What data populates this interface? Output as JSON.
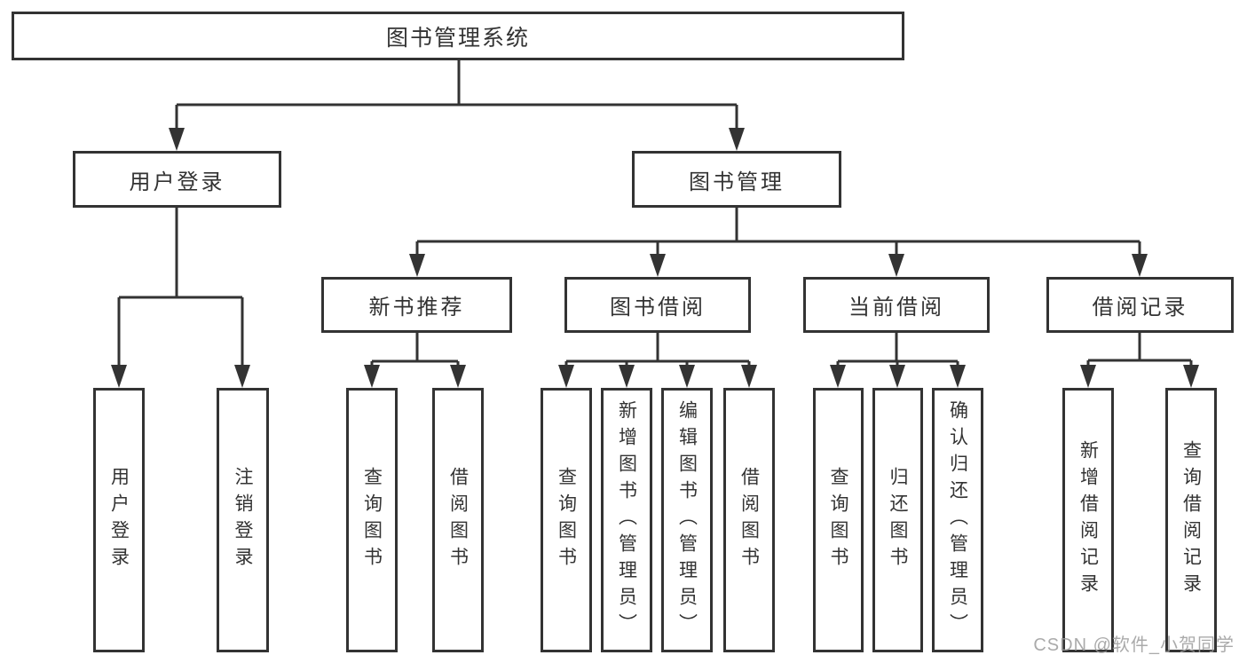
{
  "colors": {
    "line": "#333333",
    "box_border": "#333333",
    "box_background": "#ffffff",
    "watermark": "#9c9c9c"
  },
  "nodes": {
    "root": "图书管理系统",
    "user_login": "用户登录",
    "book_management": "图书管理",
    "new_book_recommend": "新书推荐",
    "book_borrowing": "图书借阅",
    "current_borrowing": "当前借阅",
    "borrowing_records": "借阅记录",
    "user_login_child": "用户登录",
    "logout": "注销登录",
    "nb_query_books": "查询图书",
    "nb_borrow_books": "借阅图书",
    "bb_query_books": "查询图书",
    "bb_add_books": "新增图书（管理员）",
    "bb_edit_books": "编辑图书（管理员）",
    "bb_borrow_books": "借阅图书",
    "cb_query_books": "查询图书",
    "cb_return_books": "归还图书",
    "cb_confirm_return": "确认归还（管理员）",
    "br_add_record": "新增借阅记录",
    "br_query_record": "查询借阅记录"
  },
  "hierarchy": {
    "图书管理系统": {
      "用户登录": [
        "用户登录",
        "注销登录"
      ],
      "图书管理": {
        "新书推荐": [
          "查询图书",
          "借阅图书"
        ],
        "图书借阅": [
          "查询图书",
          "新增图书（管理员）",
          "编辑图书（管理员）",
          "借阅图书"
        ],
        "当前借阅": [
          "查询图书",
          "归还图书",
          "确认归还（管理员）"
        ],
        "借阅记录": [
          "新增借阅记录",
          "查询借阅记录"
        ]
      }
    }
  },
  "watermark": "CSDN @软件_小贺同学"
}
